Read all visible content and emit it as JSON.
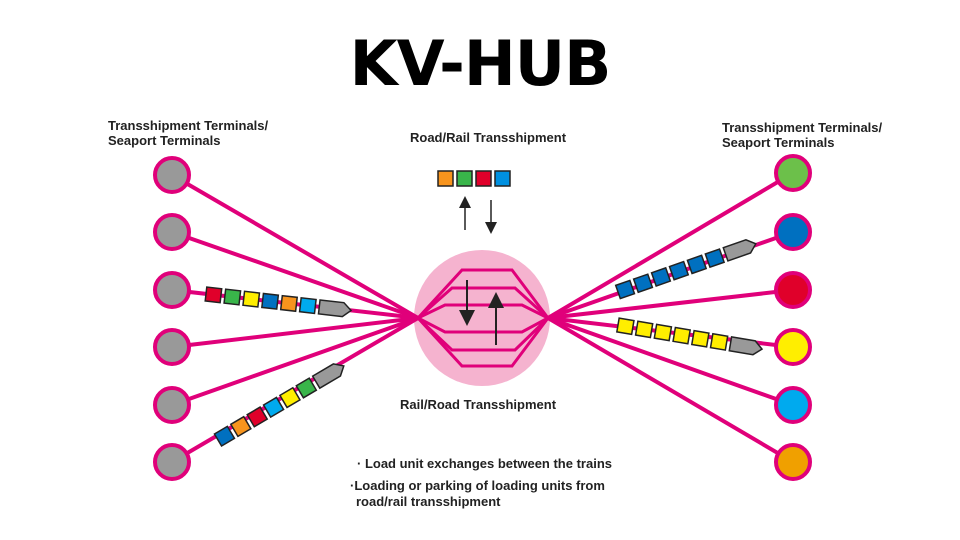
{
  "title": "KV-HUB",
  "labels": {
    "left_terminals_line1": "Transshipment Terminals/",
    "left_terminals_line2": "Seaport Terminals",
    "right_terminals_line1": "Transshipment Terminals/",
    "right_terminals_line2": "Seaport Terminals",
    "road_rail": "Road/Rail Transshipment",
    "rail_road": "Rail/Road Transshipment"
  },
  "notes": {
    "bullet1": "· Load unit exchanges between the trains",
    "bullet2_line1": "·Loading or parking of loading units from",
    "bullet2_line2": "road/rail transshipment"
  },
  "colors": {
    "line": "#e0007a",
    "hub": "#f5b3cf",
    "left_nodes": "#999999",
    "right_nodes": [
      "#6cc04a",
      "#0070c0",
      "#e0002a",
      "#ffee00",
      "#00aaee",
      "#f0a000"
    ],
    "top_boxes": [
      "#f7941d",
      "#39b54a",
      "#e0002a",
      "#0090e0"
    ],
    "left_train_1": [
      "#e0002a",
      "#39b54a",
      "#ffee00",
      "#0070c0",
      "#f7941d",
      "#00aaee"
    ],
    "left_train_2": [
      "#0070c0",
      "#f7941d",
      "#e0002a",
      "#00aaee",
      "#ffee00",
      "#39b54a"
    ],
    "right_train_1": [
      "#0070c0",
      "#0070c0",
      "#0070c0",
      "#0070c0",
      "#0070c0",
      "#0070c0"
    ],
    "right_train_2": [
      "#ffee00",
      "#ffee00",
      "#ffee00",
      "#ffee00",
      "#ffee00",
      "#ffee00"
    ]
  }
}
